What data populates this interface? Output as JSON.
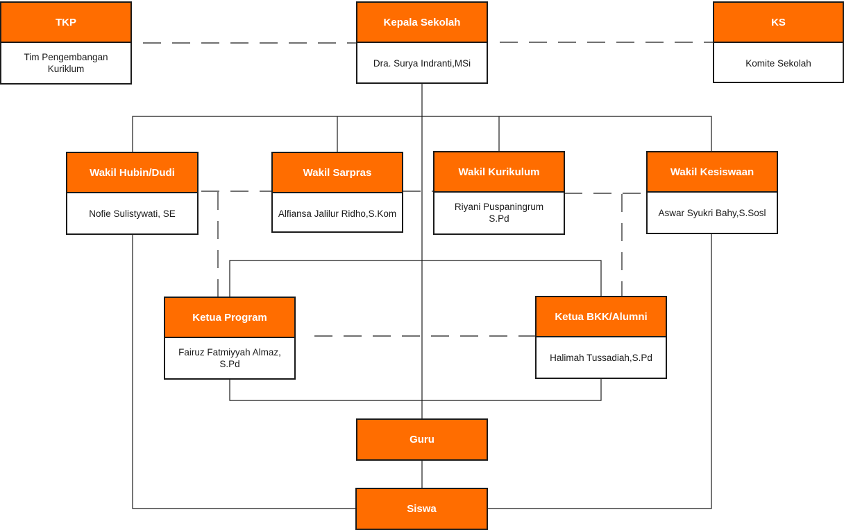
{
  "colors": {
    "header": "#ff6d00",
    "border": "#1a1a1a",
    "header_text": "#ffffff"
  },
  "nodes": {
    "tkp": {
      "title": "TKP",
      "name": "Tim Pengembangan Kuriklum"
    },
    "kepala_sekolah": {
      "title": "Kepala Sekolah",
      "name": "Dra. Surya Indranti,MSi"
    },
    "ks": {
      "title": "KS",
      "name": "Komite Sekolah"
    },
    "wakil_hubin": {
      "title": "Wakil Hubin/Dudi",
      "name": "Nofie Sulistywati, SE"
    },
    "wakil_sarpras": {
      "title": "Wakil Sarpras",
      "name": "Alfiansa Jalilur Ridho,S.Kom"
    },
    "wakil_kurikulum": {
      "title": "Wakil Kurikulum",
      "name": "Riyani Puspaningrum S.Pd"
    },
    "wakil_kesiswaan": {
      "title": "Wakil Kesiswaan",
      "name": "Aswar Syukri Bahy,S.Sosl"
    },
    "ketua_program": {
      "title": "Ketua Program",
      "name": "Fairuz Fatmiyyah Almaz, S.Pd"
    },
    "ketua_bkk": {
      "title": "Ketua BKK/Alumni",
      "name": "Halimah Tussadiah,S.Pd"
    },
    "guru": {
      "title": "Guru"
    },
    "siswa": {
      "title": "Siswa"
    }
  }
}
